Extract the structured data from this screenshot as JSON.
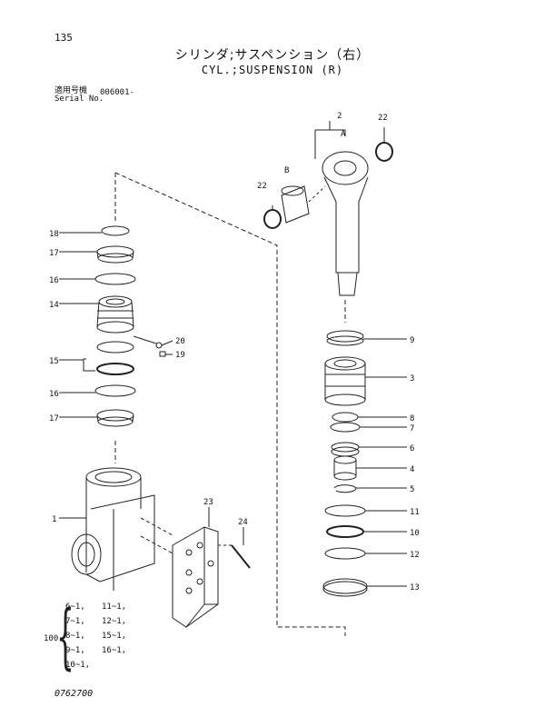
{
  "header": {
    "page_number": "135",
    "title_ja": "シリンダ;サスペンション（右）",
    "title_en": "CYL.;SUSPENSION (R)",
    "serial_label_ja": "適用号機",
    "serial_label_en": "Serial No.",
    "serial_value": "006001-"
  },
  "callouts": {
    "c1": "1",
    "c2": "2",
    "c3": "3",
    "c4": "4",
    "c5": "5",
    "c6": "6",
    "c7": "7",
    "c8": "8",
    "c9": "9",
    "c10": "10",
    "c11": "11",
    "c12": "12",
    "c13": "13",
    "c14": "14",
    "c15": "15",
    "c16": "16",
    "c17a": "17",
    "c17b": "17",
    "c18": "18",
    "c19": "19",
    "c20": "20",
    "c22a": "22",
    "c22b": "22",
    "c23": "23",
    "c24": "24",
    "cA": "A",
    "cB": "B"
  },
  "kit": {
    "number": "100",
    "rows": [
      [
        "6~1,",
        "11~1,"
      ],
      [
        "7~1,",
        "12~1,"
      ],
      [
        "8~1,",
        "15~1,"
      ],
      [
        "9~1,",
        "16~1,"
      ],
      [
        "10~1,",
        ""
      ]
    ]
  },
  "footer": {
    "drawing_number": "0762700"
  }
}
